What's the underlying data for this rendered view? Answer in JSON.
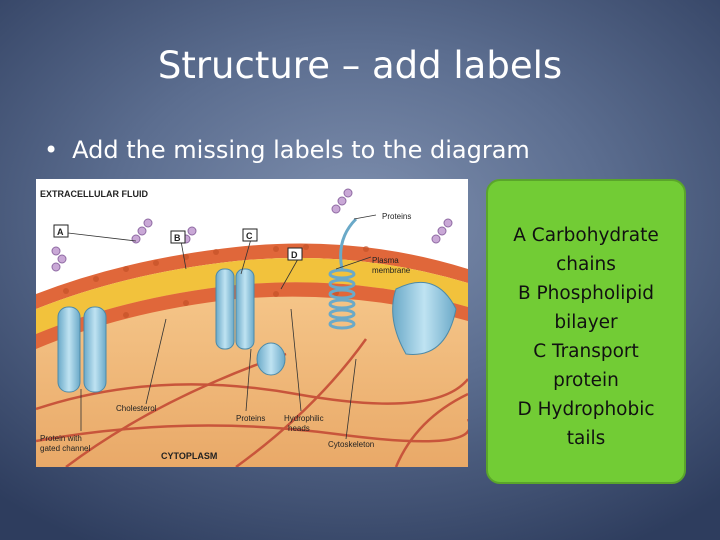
{
  "slide": {
    "title": "Structure – add labels",
    "bullet_glyph": "•",
    "bullet_text": "Add the missing labels to the diagram"
  },
  "diagram": {
    "labels": {
      "extracellular": "EXTRACELLULAR FLUID",
      "cytoplasm": "CYTOPLASM",
      "a": "A",
      "b": "B",
      "c": "C",
      "d": "D",
      "proteins_top": "Proteins",
      "plasma_line1": "Plasma",
      "plasma_line2": "membrane",
      "cholesterol": "Cholesterol",
      "gated_line1": "Protein with",
      "gated_line2": "gated channel",
      "proteins_bottom": "Proteins",
      "hydrophilic_line1": "Hydrophilic",
      "hydrophilic_line2": "heads",
      "cytoskeleton": "Cytoskeleton"
    },
    "colors": {
      "membrane_heads": "#e0673a",
      "tails": "#f2c23c",
      "proteins": "#8cc7e0",
      "cytoplasm": "#f6c88c",
      "fibers": "#c8553b"
    }
  },
  "answers": [
    "A Carbohydrate\nchains",
    "B Phospholipid\nbilayer",
    "C Transport\nprotein",
    "D Hydrophobic\ntails"
  ],
  "answer_box_color": "#72cc35"
}
